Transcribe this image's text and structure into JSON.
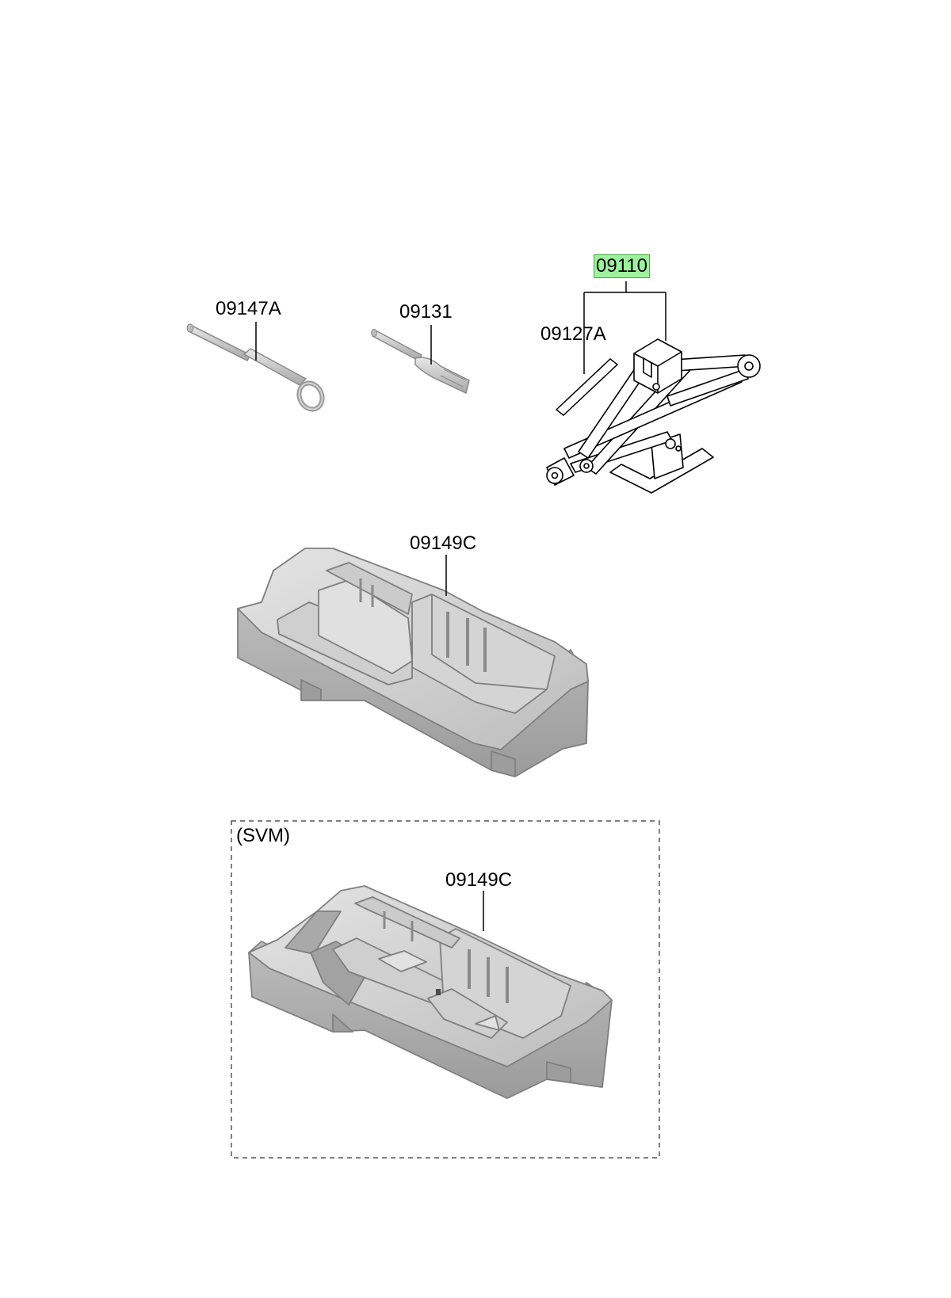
{
  "parts": {
    "key_09110": "09110",
    "tow_hook": "09147A",
    "wrench": "09131",
    "jack_handle": "09127A",
    "tray_standard": "09149C",
    "tray_svm": "09149C"
  },
  "svm_box": {
    "label": "(SVM)"
  },
  "colors": {
    "highlight": "#9ef29e",
    "highlight_border": "#3fae3f",
    "line": "#000000",
    "part_fill": "#c9c9c9",
    "part_stroke": "#8a8a8a",
    "dashed_border": "#555555"
  }
}
